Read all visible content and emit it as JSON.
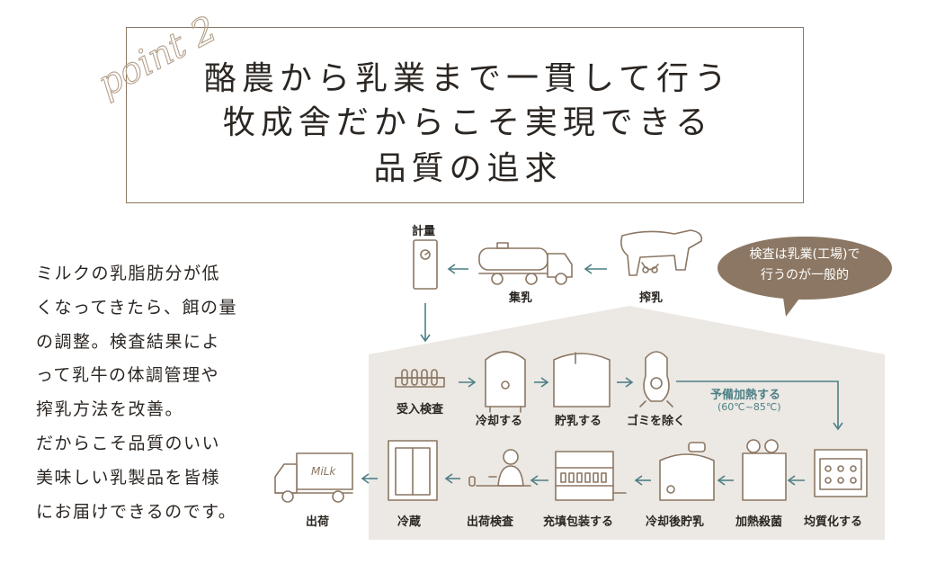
{
  "title": {
    "script": "point 2",
    "lines": [
      "酪農から乳業まで一貫して行う",
      "牧成舎だからこそ実現できる",
      "品質の追求"
    ]
  },
  "body_text": [
    "ミルクの乳脂肪分が低",
    "くなってきたら、餌の量",
    "の調整。検査結果によ",
    "って乳牛の体調管理や",
    "搾乳方法を改善。",
    "だからこそ品質のいい",
    "美味しい乳製品を皆様",
    "にお届けできるのです。"
  ],
  "bubble": {
    "line1": "検査は乳業(工場)で",
    "line2": "行うのが一般的"
  },
  "steps": {
    "measure": "計量",
    "collect": "集乳",
    "milking": "搾乳",
    "receive": "受入検査",
    "cool": "冷却する",
    "store": "貯乳する",
    "filter": "ゴミを除く",
    "preheat": "予備加熱する",
    "preheat_temp": "(60℃~85℃)",
    "homogenize": "均質化する",
    "sterilize": "加熱殺菌",
    "cool_store": "冷却後貯乳",
    "fill": "充填包装する",
    "ship_check": "出荷検査",
    "refrigerate": "冷蔵",
    "ship": "出荷",
    "truck_text": "MiLk"
  },
  "colors": {
    "frame": "#8b7763",
    "panel": "#ece8e3",
    "bubble": "#8b7763",
    "arrow": "#4c7f86",
    "text": "#2b2622"
  }
}
